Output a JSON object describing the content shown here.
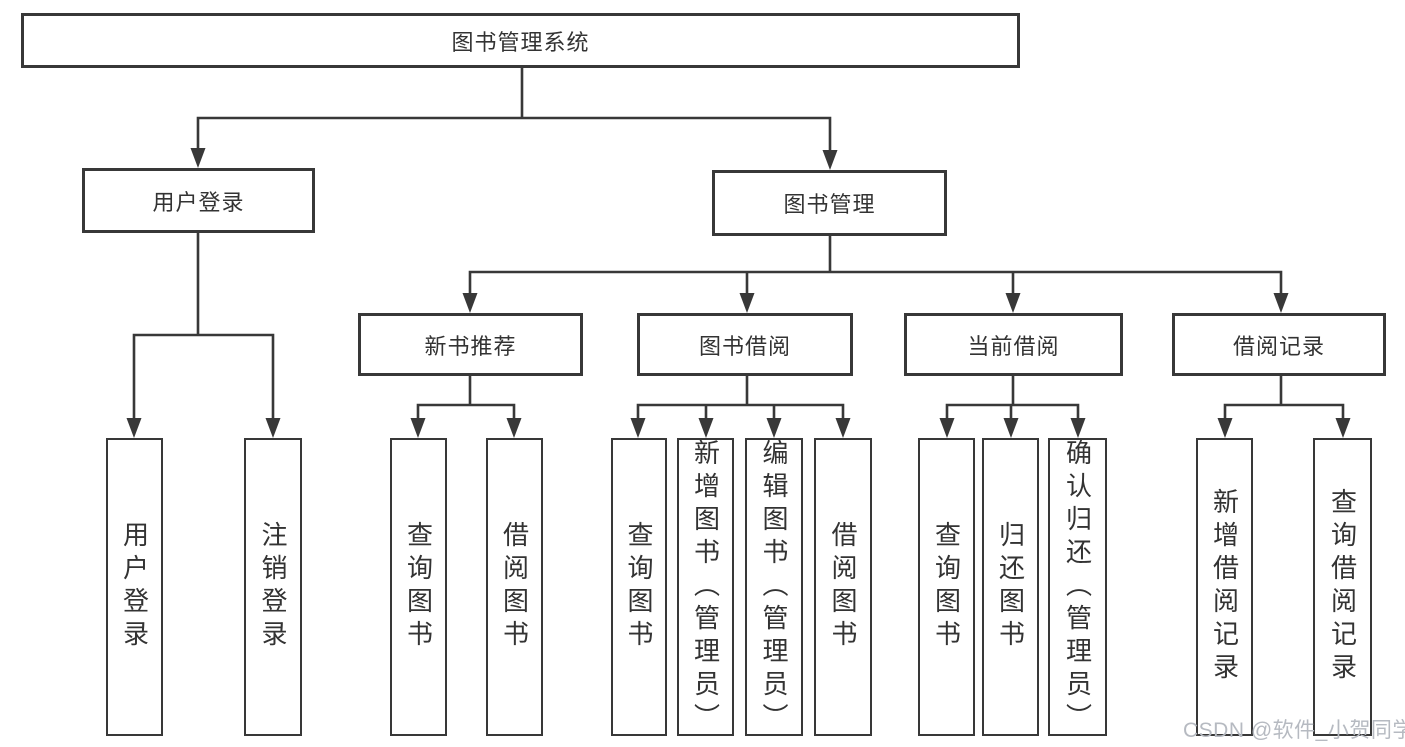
{
  "tree": {
    "label": "图书管理系统",
    "children": [
      {
        "label": "用户登录",
        "children": [
          {
            "label": "用户登录"
          },
          {
            "label": "注销登录"
          }
        ]
      },
      {
        "label": "图书管理",
        "children": [
          {
            "label": "新书推荐",
            "children": [
              {
                "label": "查询图书"
              },
              {
                "label": "借阅图书"
              }
            ]
          },
          {
            "label": "图书借阅",
            "children": [
              {
                "label": "查询图书"
              },
              {
                "label": "新增图书（管理员）"
              },
              {
                "label": "编辑图书（管理员）"
              },
              {
                "label": "借阅图书"
              }
            ]
          },
          {
            "label": "当前借阅",
            "children": [
              {
                "label": "查询图书"
              },
              {
                "label": "归还图书"
              },
              {
                "label": "确认归还（管理员）"
              }
            ]
          },
          {
            "label": "借阅记录",
            "children": [
              {
                "label": "新增借阅记录"
              },
              {
                "label": "查询借阅记录"
              }
            ]
          }
        ]
      }
    ]
  },
  "watermark": {
    "text": "CSDN @软件_小贺同学"
  },
  "colors": {
    "line": "#383838",
    "text": "#333333",
    "watermark": "#b6bac1",
    "background": "#ffffff"
  }
}
